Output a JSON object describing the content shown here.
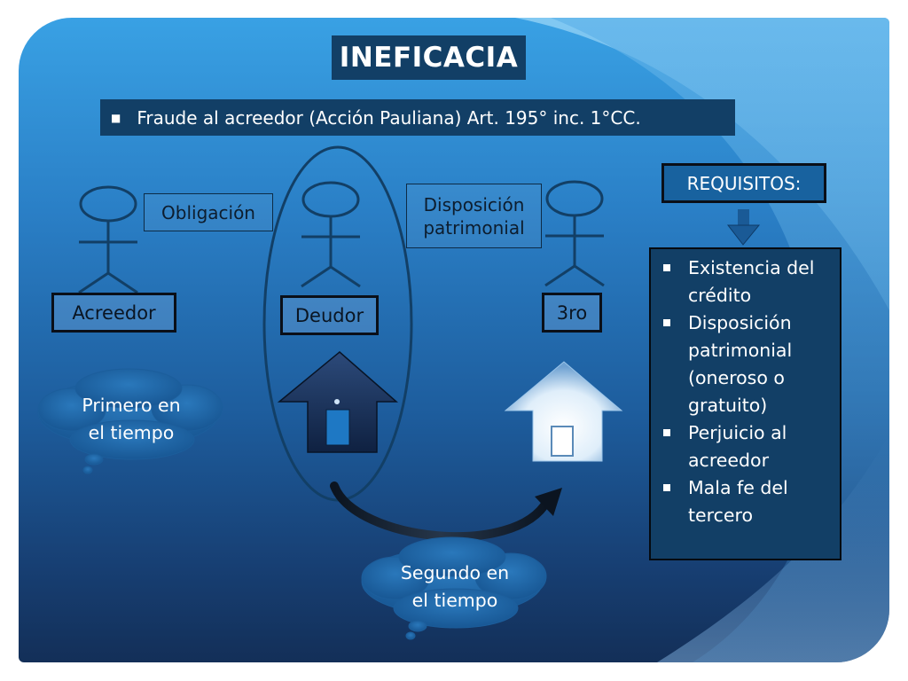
{
  "title": "INEFICACIA",
  "subtitle": "Fraude al acreedor (Acción Pauliana) Art. 195° inc. 1°CC.",
  "labels": {
    "obligacion": "Obligación",
    "disposicion_line1": "Disposición",
    "disposicion_line2": "patrimonial"
  },
  "persons": {
    "acreedor": "Acreedor",
    "deudor": "Deudor",
    "tercero": "3ro"
  },
  "requisitos": {
    "heading": "REQUISITOS:",
    "items": [
      [
        "Existencia del",
        "crédito"
      ],
      [
        "Disposición",
        "patrimonial",
        "(oneroso o",
        "gratuito)"
      ],
      [
        "Perjuicio al",
        "acreedor"
      ],
      [
        "Mala fe del",
        "tercero"
      ]
    ]
  },
  "clouds": {
    "primero_line1": "Primero en",
    "primero_line2": "el tiempo",
    "segundo_line1": "Segundo en",
    "segundo_line2": "el tiempo"
  },
  "colors": {
    "dark_box": "#123f66",
    "accent_blue": "#18629f",
    "outline": "#0a0f18"
  },
  "icons": [
    "stick-figure-icon",
    "house-icon",
    "curved-arrow-icon",
    "down-arrow-icon",
    "thought-cloud-icon"
  ]
}
